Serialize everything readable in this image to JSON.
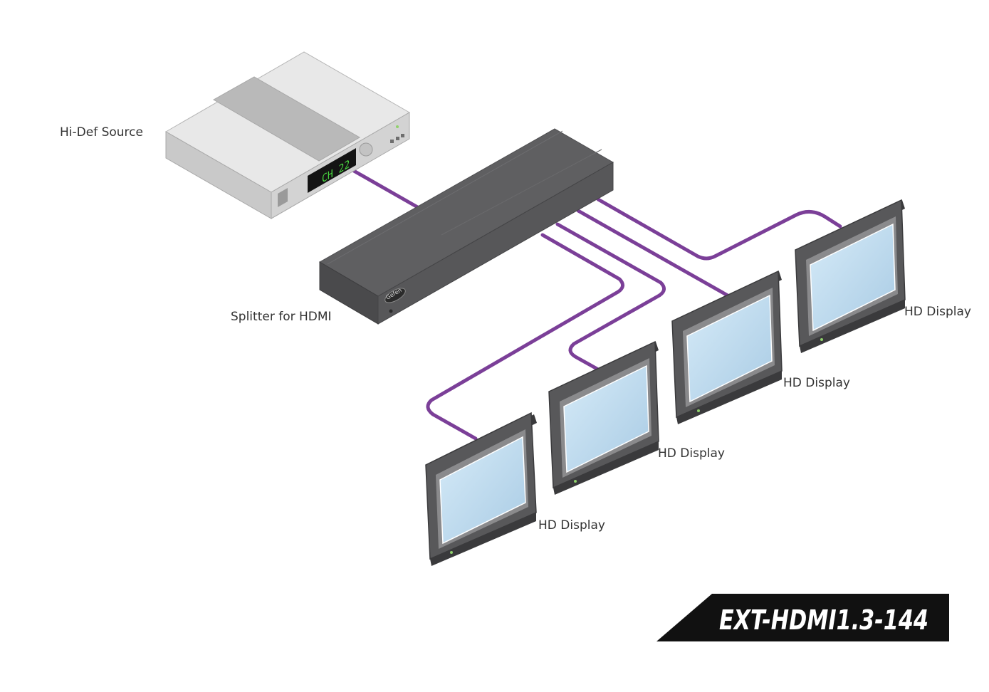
{
  "source": {
    "label": "Hi-Def Source",
    "display_text": "CH 22"
  },
  "splitter": {
    "label": "Splitter for HDMI",
    "brand": "Gefen"
  },
  "displays": [
    {
      "label": "HD Display"
    },
    {
      "label": "HD Display"
    },
    {
      "label": "HD Display"
    },
    {
      "label": "HD Display"
    }
  ],
  "model_badge": {
    "text": "EXT-HDMI1.3-144"
  },
  "colors": {
    "cable": "#7b3f98",
    "device_gray": "#5f5f61",
    "source_body": "#d9d9d9",
    "screen": "#bcd9ee",
    "badge": "#111111"
  }
}
